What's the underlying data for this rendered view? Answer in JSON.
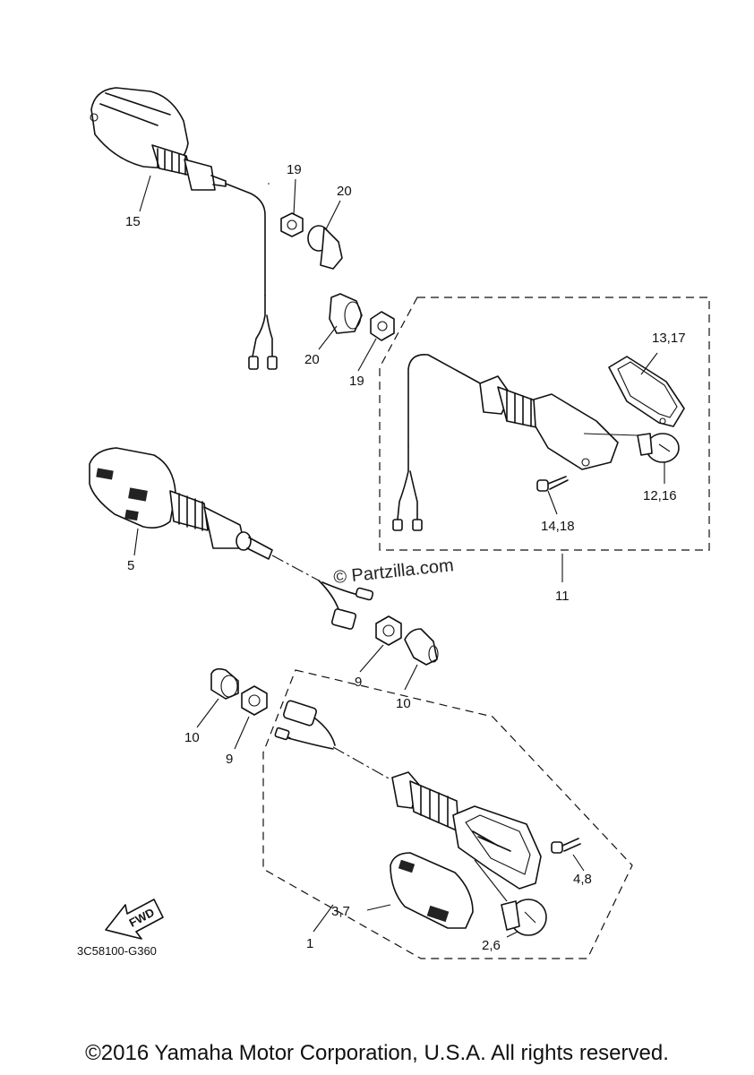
{
  "diagram": {
    "diagram_code": "3C58100-G360",
    "fwd_label": "FWD",
    "watermark": "© Partzilla.com",
    "copyright": "©2016 Yamaha Motor Corporation, U.S.A. All rights reserved.",
    "callouts": {
      "c1": "1",
      "c2_6": "2,6",
      "c3_7": "3,7",
      "c4_8": "4,8",
      "c5": "5",
      "c9a": "9",
      "c9b": "9",
      "c10a": "10",
      "c10b": "10",
      "c11": "11",
      "c12_16": "12,16",
      "c13_17": "13,17",
      "c14_18": "14,18",
      "c15": "15",
      "c19a": "19",
      "c19b": "19",
      "c20a": "20",
      "c20b": "20"
    }
  }
}
